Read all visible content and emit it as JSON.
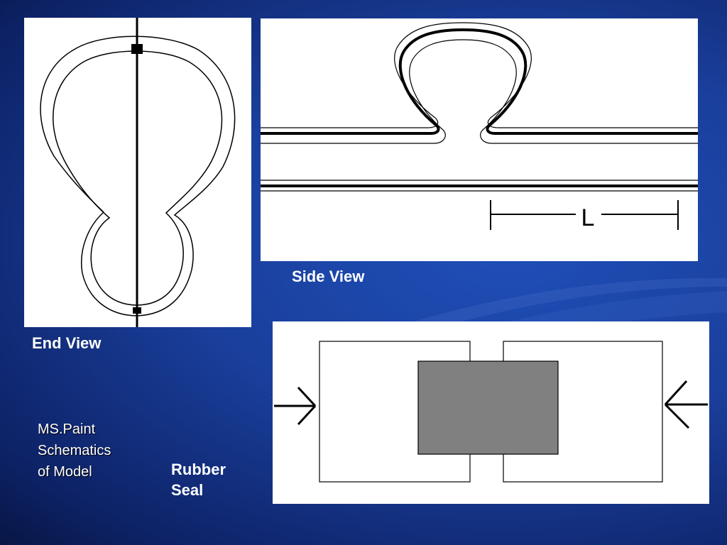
{
  "captions": {
    "side_view": "Side View",
    "end_view": "End View",
    "rubber_seal": "Rubber Seal"
  },
  "note": {
    "lines": [
      "MS.Paint",
      "Schematics",
      "of Model"
    ]
  },
  "dimension_label": "L",
  "colors": {
    "background": "#1a3f9c",
    "panel": "#ffffff",
    "seal_fill": "#808080",
    "caption_text": "#ffffff"
  }
}
